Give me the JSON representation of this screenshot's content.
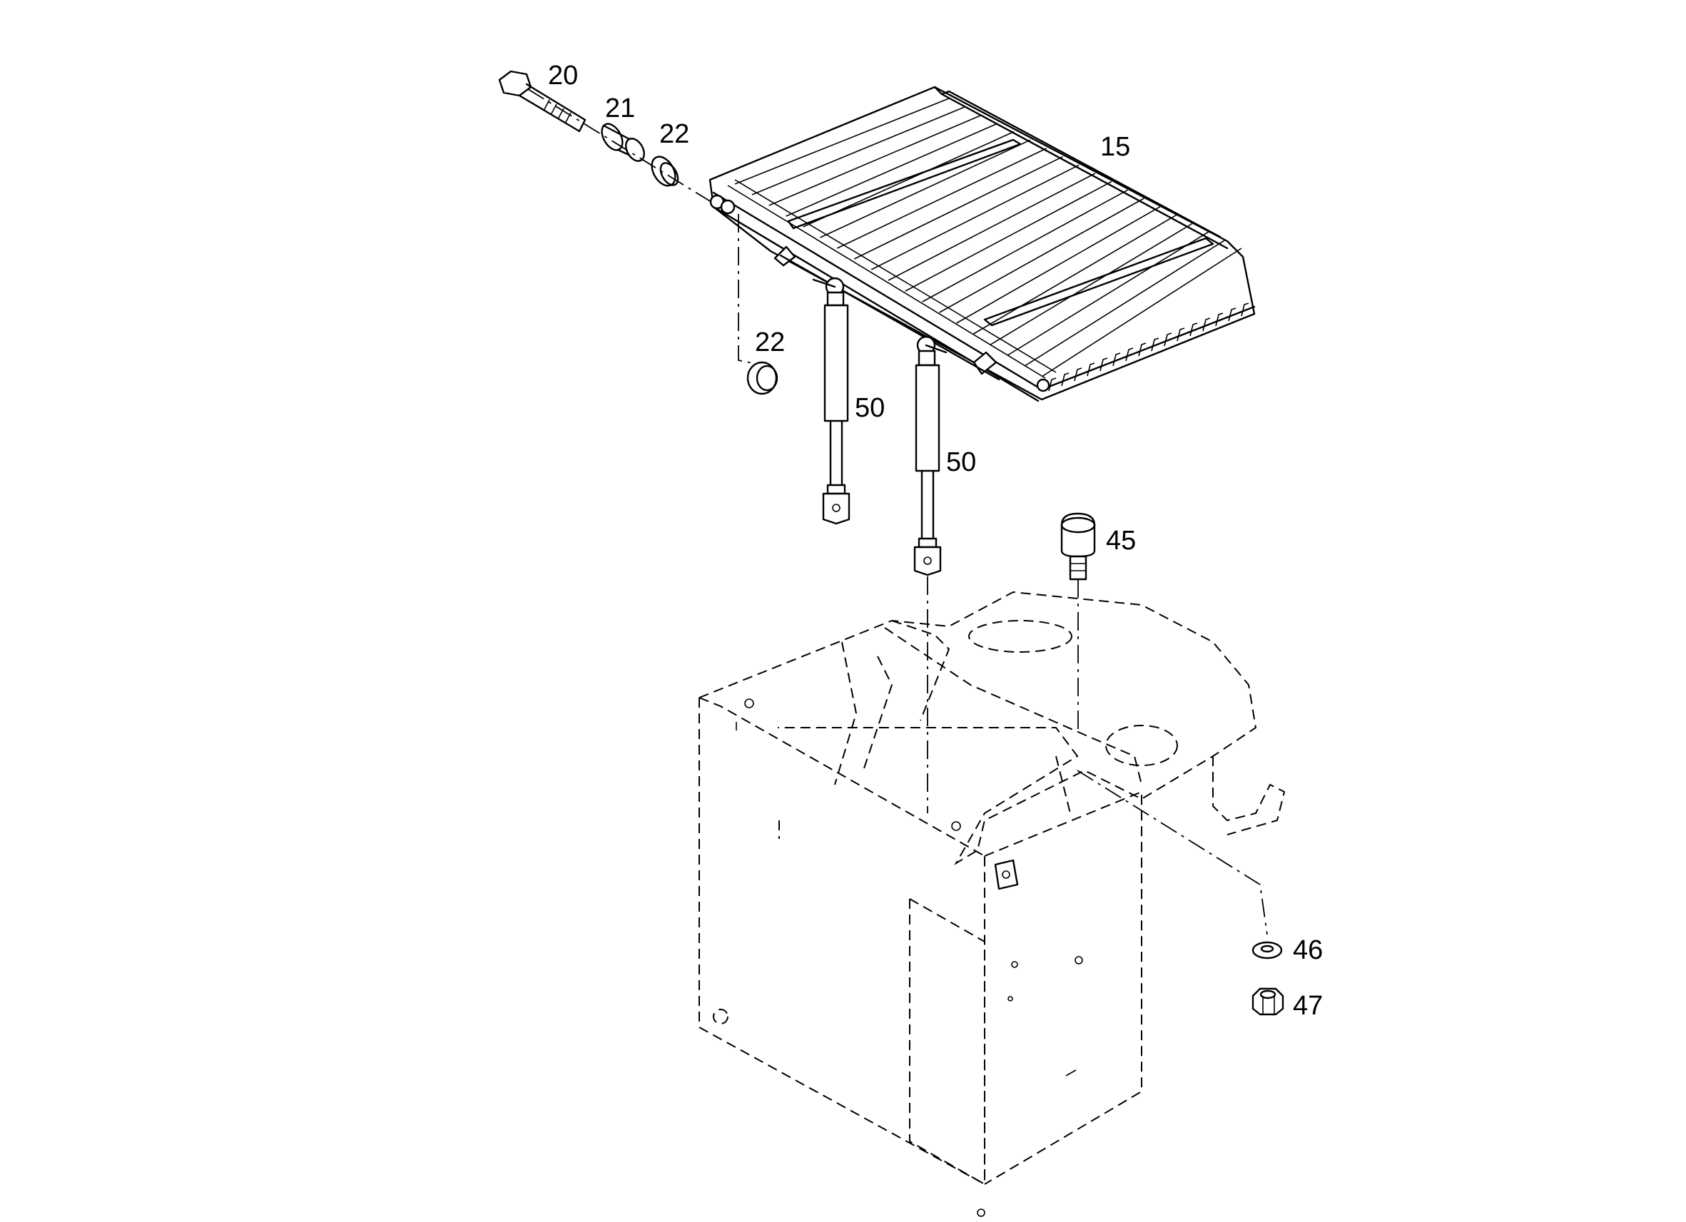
{
  "callouts": {
    "c15": "15",
    "c20": "20",
    "c21": "21",
    "c22a": "22",
    "c22b": "22",
    "c45": "45",
    "c46": "46",
    "c47": "47",
    "c50a": "50",
    "c50b": "50"
  }
}
